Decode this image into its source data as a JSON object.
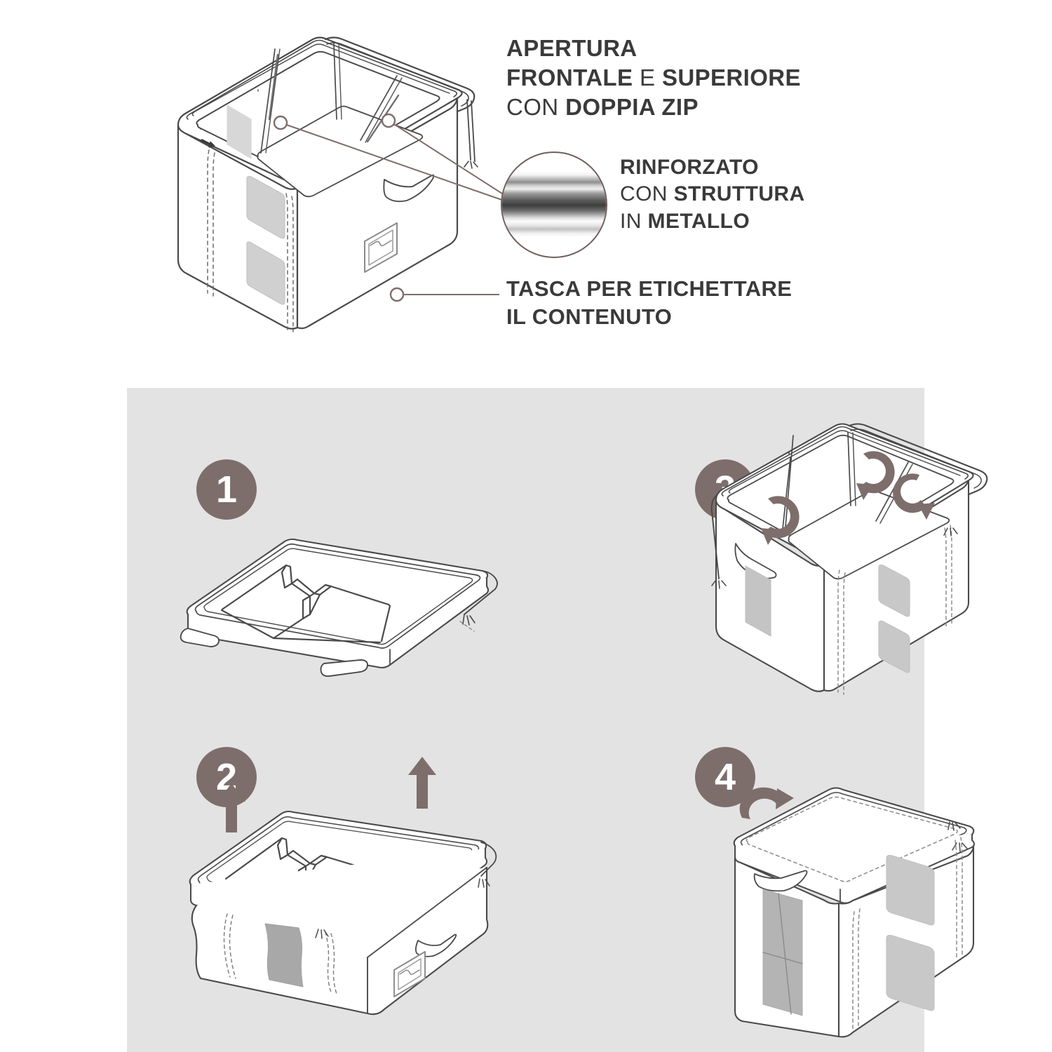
{
  "page": {
    "language": "it",
    "doc_type": "product-feature-and-assembly-diagram",
    "background_color": "#ffffff"
  },
  "colors": {
    "text": "#3a3a3a",
    "panel_background": "#e3e3e3",
    "badge_fill": "#7d6e6c",
    "badge_text": "#ffffff",
    "line_ink": "#4a4a4a",
    "leader_line": "#7d6e6c",
    "fabric_fill": "#ffffff",
    "window_gray": "#c8c8c8",
    "arrow": "#7d6e6c"
  },
  "hero": {
    "illustration_name": "storage-box-open-isometric",
    "callouts": [
      {
        "id": "zip",
        "lines": [
          [
            {
              "text": "APERTURA",
              "bold": true
            }
          ],
          [
            {
              "text": "FRONTALE",
              "bold": true
            },
            {
              "text": " E ",
              "bold": false
            },
            {
              "text": "SUPERIORE",
              "bold": true
            }
          ],
          [
            {
              "text": "CON ",
              "bold": false
            },
            {
              "text": "DOPPIA ZIP",
              "bold": true
            }
          ]
        ],
        "plain_text": "APERTURA FRONTALE E SUPERIORE CON DOPPIA ZIP"
      },
      {
        "id": "metal",
        "lines": [
          [
            {
              "text": "RINFORZATO",
              "bold": true
            }
          ],
          [
            {
              "text": "CON ",
              "bold": false
            },
            {
              "text": "STRUTTURA",
              "bold": true
            }
          ],
          [
            {
              "text": "IN ",
              "bold": false
            },
            {
              "text": "METALLO",
              "bold": true
            }
          ]
        ],
        "plain_text": "RINFORZATO CON STRUTTURA IN METALLO"
      },
      {
        "id": "pocket",
        "lines": [
          [
            {
              "text": "TASCA PER ETICHETTARE",
              "bold": true
            }
          ],
          [
            {
              "text": "IL CONTENUTO",
              "bold": true
            }
          ]
        ],
        "plain_text": "TASCA PER ETICHETTARE IL CONTENUTO"
      }
    ],
    "metal_detail": {
      "name": "metal-rod-magnifier",
      "description": "circular magnified view of chrome metal rod"
    }
  },
  "steps": [
    {
      "number": "1",
      "illustration_name": "box-flat-folded",
      "arrows": []
    },
    {
      "number": "2",
      "illustration_name": "box-pull-up",
      "arrows": [
        {
          "type": "straight-up",
          "name": "up-arrow-left"
        },
        {
          "type": "straight-up",
          "name": "up-arrow-right"
        }
      ]
    },
    {
      "number": "3",
      "illustration_name": "box-open-fold-panels",
      "arrows": [
        {
          "type": "curved-rotate",
          "name": "rotate-arrow-left"
        },
        {
          "type": "curved-rotate",
          "name": "rotate-arrow-middle"
        },
        {
          "type": "curved-rotate",
          "name": "rotate-arrow-right"
        }
      ]
    },
    {
      "number": "4",
      "illustration_name": "box-closed-lid",
      "arrows": [
        {
          "type": "curved-rotate",
          "name": "close-lid-arrow"
        }
      ]
    }
  ]
}
